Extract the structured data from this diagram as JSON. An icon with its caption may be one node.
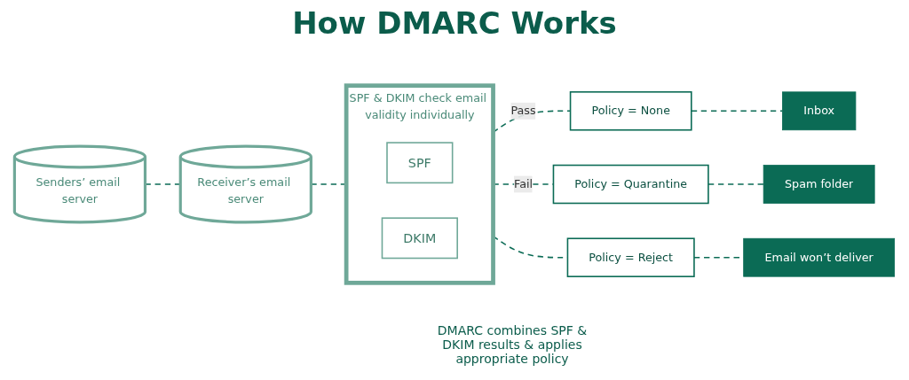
{
  "diagram": {
    "title": "How DMARC Works",
    "nodes": [
      {
        "text": [
          "Senders’ email server"
        ]
      },
      {
        "text": [
          "Receiver’s email server"
        ]
      },
      {
        "text": [
          "SPF & DKIM check email validity individually"
        ]
      },
      {
        "text": [
          "SPF"
        ],
        "in": 2
      },
      {
        "text": [
          "DKIM"
        ],
        "in": 2
      },
      {
        "text": [
          "Policy = None"
        ]
      },
      {
        "text": [
          "Policy = Quarantine"
        ]
      },
      {
        "text": [
          "Policy = Reject"
        ]
      },
      {
        "text": [
          "Inbox"
        ]
      },
      {
        "text": [
          "Spam folder"
        ]
      },
      {
        "text": [
          "Email won’t deliver"
        ]
      }
    ],
    "edges": [
      {
        "from": 0,
        "to": 1,
        "arrow": "none",
        "style": "dashed"
      },
      {
        "from": 1,
        "to": 2,
        "arrow": "none",
        "style": "dashed"
      },
      {
        "from": 2,
        "to": 5,
        "label": "Pass",
        "arrow": "none",
        "style": "dashed"
      },
      {
        "from": 2,
        "to": 6,
        "label": "Fail",
        "arrow": "none",
        "style": "dashed"
      },
      {
        "from": 2,
        "to": 7,
        "arrow": "none",
        "style": "dashed"
      },
      {
        "from": 5,
        "to": 8,
        "arrow": "none",
        "style": "dashed"
      },
      {
        "from": 6,
        "to": 9,
        "arrow": "none",
        "style": "dashed"
      },
      {
        "from": 7,
        "to": 10,
        "arrow": "none",
        "style": "dashed"
      }
    ],
    "labels": [
      "DMARC combines SPF & DKIM results & applies appropriate policy"
    ]
  }
}
